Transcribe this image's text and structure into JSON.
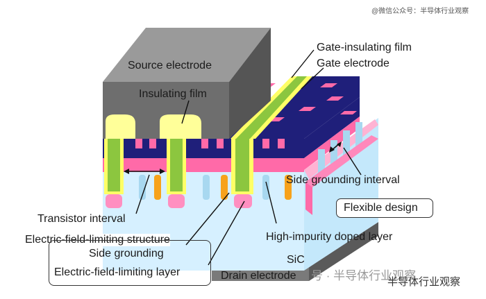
{
  "watermark_top": "@微信公众号：半导体行业观察",
  "labels": {
    "source_electrode": "Source electrode",
    "insulating_film": "Insulating film",
    "gate_insulating_film": "Gate-insulating film",
    "gate_electrode": "Gate electrode",
    "transistor_interval": "Transistor interval",
    "side_grounding_interval": "Side grounding interval",
    "flexible_design": "Flexible design",
    "high_impurity_doped_layer": "High-impurity doped layer",
    "efl_structure": "Electric-field-limiting structure",
    "side_grounding": "Side grounding",
    "efl_layer": "Electric-field-limiting layer",
    "sic": "SiC",
    "drain_electrode": "Drain electrode"
  },
  "watermark_bottom": {
    "text_a": "号 · 半导体行业观察",
    "text_b": "半导体行业观察"
  },
  "colors": {
    "source_metal": "#6e6e6e",
    "gate_lime": "#8cc63f",
    "gate_insulator_yellow": "#ffff66",
    "top_navy": "#1f1f7a",
    "pink_layer": "#ff6aa8",
    "sic_light": "#d9f2ff",
    "orange_region": "#f7a21b"
  }
}
